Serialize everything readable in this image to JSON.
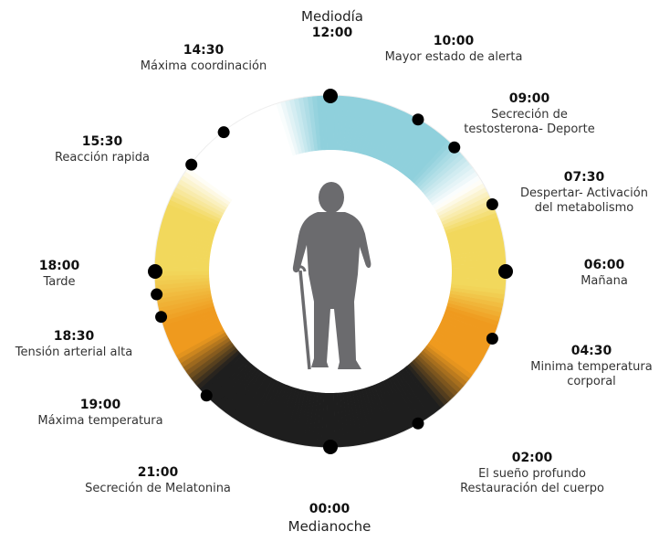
{
  "ring_colors": {
    "teal": "#8fd0dc",
    "yellow": "#f2d85c",
    "orange": "#ef9a1e",
    "black": "#1e1e1e",
    "white": "#ffffff",
    "figure": "#6b6b6e",
    "dot": "#000000"
  },
  "figure_icon": "elderly-person-with-cane-icon",
  "events": [
    {
      "id": "noon",
      "time": "12:00",
      "caption_top": "Mediodía",
      "hour": 12.0,
      "major": true
    },
    {
      "id": "t1000",
      "time": "10:00",
      "desc": [
        "Mayor estado de alerta"
      ],
      "hour": 10.0
    },
    {
      "id": "t0900",
      "time": "09:00",
      "desc": [
        "Secreción de",
        "testosterona- Deporte"
      ],
      "hour": 9.0
    },
    {
      "id": "t0730",
      "time": "07:30",
      "desc": [
        "Despertar- Activación",
        "del metabolismo"
      ],
      "hour": 7.5
    },
    {
      "id": "t0600",
      "time": "06:00",
      "desc": [
        "Mañana"
      ],
      "hour": 6.0,
      "major": true
    },
    {
      "id": "t0430",
      "time": "04:30",
      "desc": [
        "Minima temperatura",
        "corporal"
      ],
      "hour": 4.5
    },
    {
      "id": "t0200",
      "time": "02:00",
      "desc": [
        "El sueño profundo",
        "Restauración del cuerpo"
      ],
      "hour": 2.0
    },
    {
      "id": "midnight",
      "time": "00:00",
      "caption_bottom": "Medianoche",
      "hour": 0.0,
      "major": true
    },
    {
      "id": "t2100",
      "time": "21:00",
      "desc": [
        "Secreción de Melatonina"
      ],
      "hour": 21.0
    },
    {
      "id": "t1900",
      "time": "19:00",
      "desc": [
        "Máxima temperatura"
      ],
      "hour": 19.0
    },
    {
      "id": "t1830",
      "time": "18:30",
      "desc": [
        "Tensión arterial alta"
      ],
      "hour": 18.5
    },
    {
      "id": "t1800",
      "time": "18:00",
      "desc": [
        "Tarde"
      ],
      "hour": 18.0,
      "major": true
    },
    {
      "id": "t1530",
      "time": "15:30",
      "desc": [
        "Reacción rapida"
      ],
      "hour": 15.5
    },
    {
      "id": "t1430",
      "time": "14:30",
      "desc": [
        "Máxima coordinación"
      ],
      "hour": 14.5
    }
  ]
}
